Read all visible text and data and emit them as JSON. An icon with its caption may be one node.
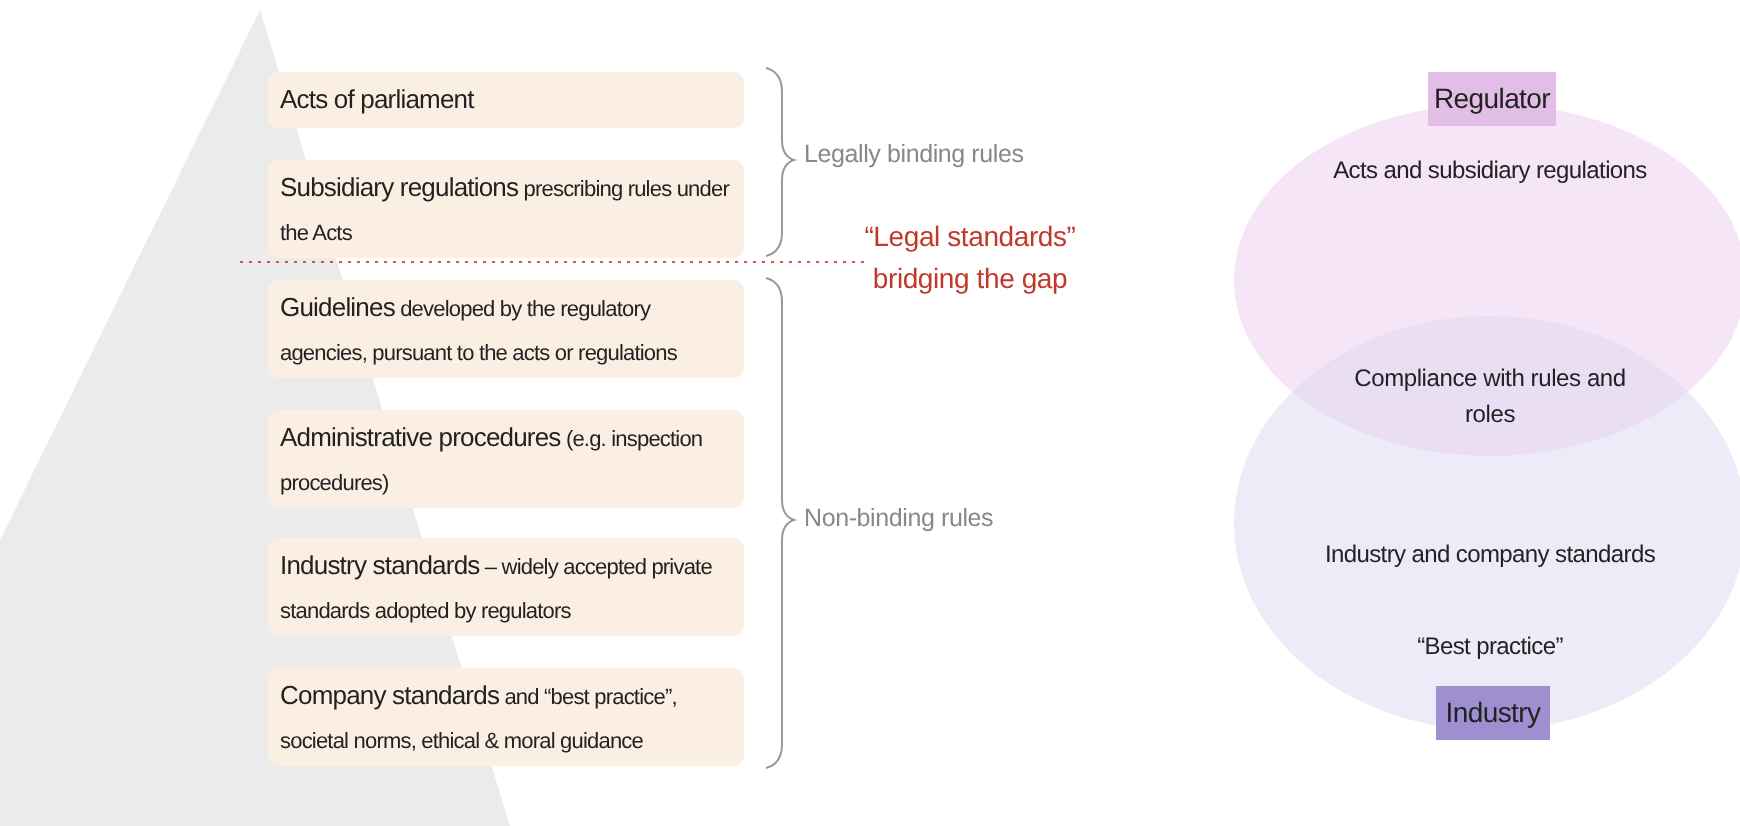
{
  "diagram": {
    "nodes": [
      {
        "text": [
          "Acts of parliament"
        ]
      },
      {
        "text": [
          "Subsidiary regulations",
          "prescribing rules under the Acts"
        ]
      },
      {
        "text": [
          "Guidelines",
          "developed by the regulatory agencies, pursuant to the acts or regulations"
        ]
      },
      {
        "text": [
          "Administrative procedures",
          "(e.g. inspection procedures)"
        ]
      },
      {
        "text": [
          "Industry standards",
          "– widely accepted private standards adopted by regulators"
        ]
      },
      {
        "text": [
          "Company standards",
          "and “best practice”, societal norms, ethical & moral guidance"
        ]
      },
      {
        "text": [
          "Regulator",
          "Acts and subsidiary regulations"
        ]
      },
      {
        "text": [
          "Industry and company standards",
          "“Best practice”",
          "Industry"
        ]
      }
    ],
    "edges": [],
    "labels": [
      "Legally binding rules",
      "“Legal standards” bridging the gap",
      "Non-binding rules",
      "Compliance with rules and roles"
    ]
  }
}
